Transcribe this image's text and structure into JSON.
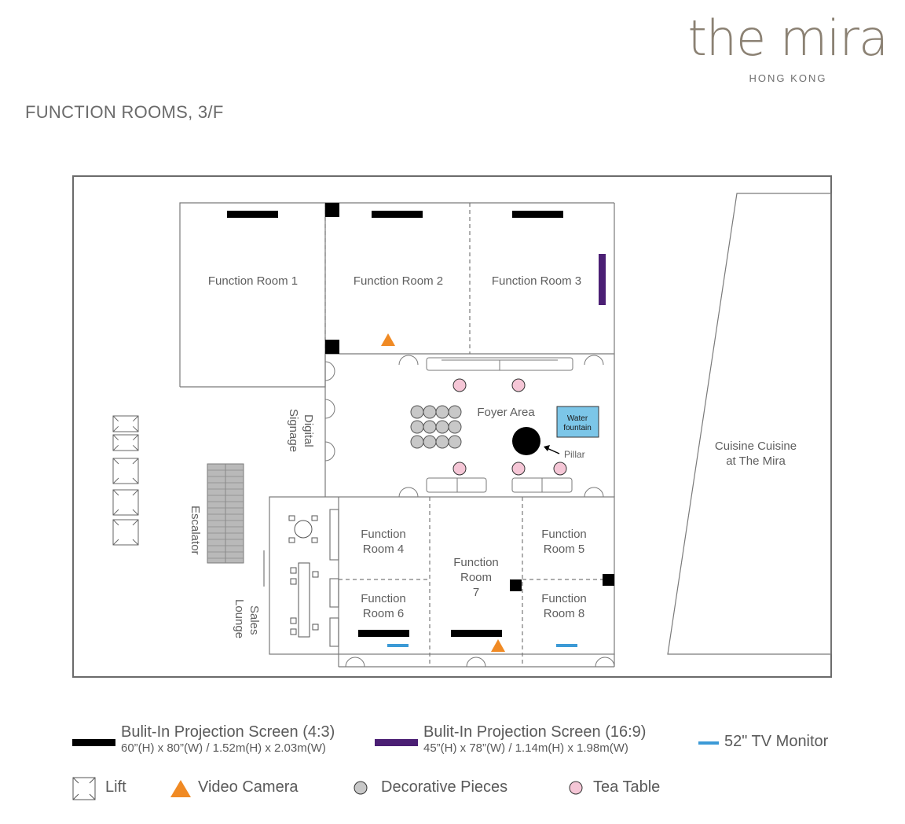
{
  "brand": {
    "logo": "the mira",
    "location": "HONG KONG"
  },
  "page_title": "FUNCTION ROOMS, 3/F",
  "rooms": {
    "room1": "Function Room 1",
    "room2": "Function Room 2",
    "room3": "Function Room 3",
    "room4": [
      "Function",
      "Room 4"
    ],
    "room5": [
      "Function",
      "Room 5"
    ],
    "room6": [
      "Function",
      "Room 6"
    ],
    "room7": [
      "Function",
      "Room",
      "7"
    ],
    "room8": [
      "Function",
      "Room 8"
    ],
    "foyer": "Foyer Area",
    "water_fountain": [
      "Water",
      "fountain"
    ],
    "pillar": "Pillar",
    "digital_signage": [
      "Digital",
      "Signage"
    ],
    "escalator": "Escalator",
    "sales_lounge": [
      "Sales",
      "Lounge"
    ],
    "restaurant": [
      "Cuisine Cuisine",
      "at The Mira"
    ]
  },
  "legend": {
    "screen43_label": "Bulit-In Projection Screen (4:3)",
    "screen43_spec": "60”(H) x 80”(W) / 1.52m(H) x 2.03m(W)",
    "screen169_label": "Bulit-In Projection Screen (16:9)",
    "screen169_spec": "45”(H) x 78”(W) / 1.14m(H) x 1.98m(W)",
    "tv_label": "52\" TV Monitor",
    "lift_label": "Lift",
    "camera_label": "Video Camera",
    "deco_label": "Decorative Pieces",
    "tea_label": "Tea Table"
  },
  "colors": {
    "screen43": "#000000",
    "screen169": "#4b1f74",
    "tv": "#3c9ad6",
    "camera": "#f08a24",
    "tea_table": "#f5c6d6",
    "decorative": "#c8c8c8",
    "water_fountain": "#7cc6e8"
  },
  "icons": [
    "lift-icon",
    "video-camera-icon",
    "decorative-piece-icon",
    "tea-table-icon",
    "projection-screen-icon",
    "tv-monitor-icon",
    "pillar-icon"
  ]
}
